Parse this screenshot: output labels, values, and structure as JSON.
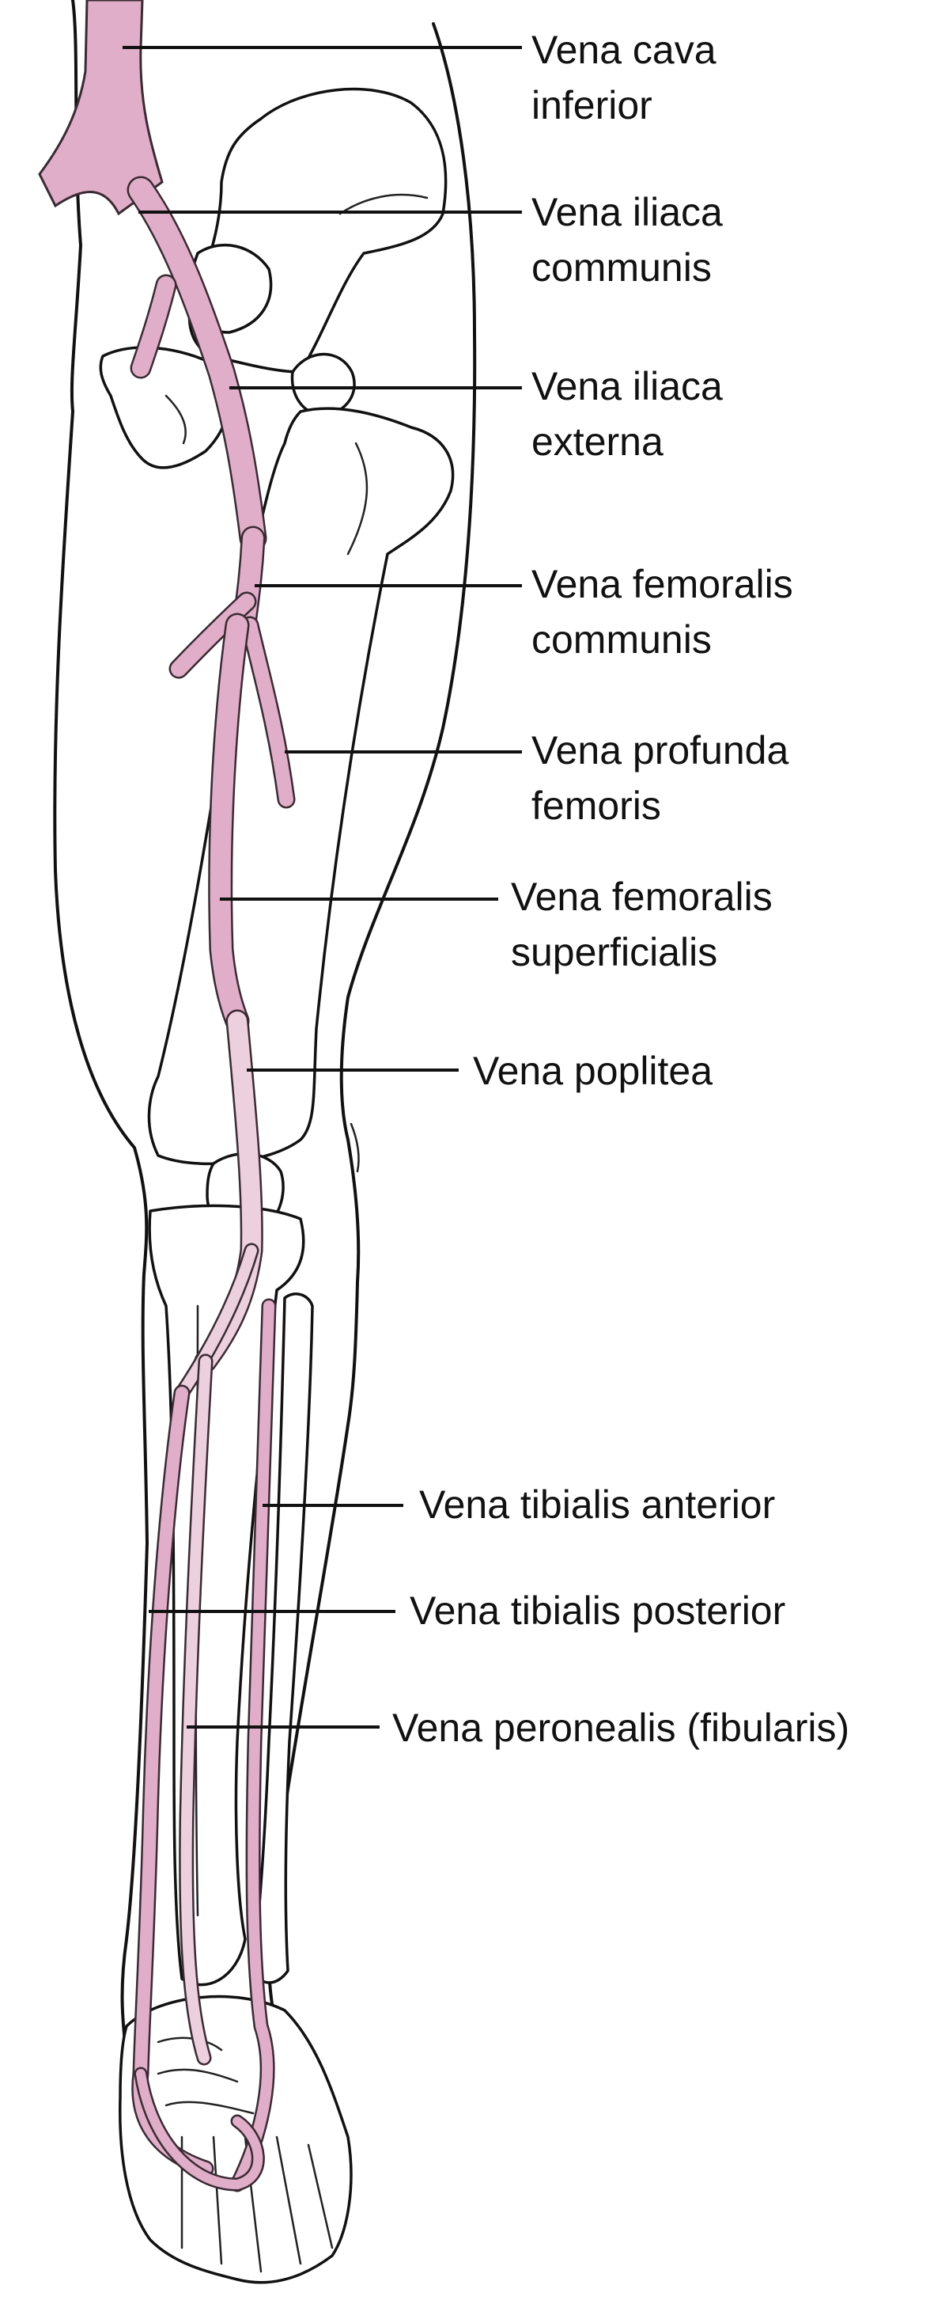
{
  "colors": {
    "vein": "#e0aec8",
    "vein_light": "#edd0de",
    "vein_outline": "#3a2a33",
    "ink": "#111111"
  },
  "labels": [
    {
      "id": "vena-cava-inferior",
      "lines": [
        "Vena cava",
        "inferior"
      ]
    },
    {
      "id": "vena-iliaca-communis",
      "lines": [
        "Vena iliaca",
        "communis"
      ]
    },
    {
      "id": "vena-iliaca-externa",
      "lines": [
        "Vena iliaca",
        "externa"
      ]
    },
    {
      "id": "vena-femoralis-communis",
      "lines": [
        "Vena femoralis",
        "communis"
      ]
    },
    {
      "id": "vena-profunda-femoris",
      "lines": [
        "Vena profunda",
        "femoris"
      ]
    },
    {
      "id": "vena-femoralis-superficialis",
      "lines": [
        "Vena femoralis",
        "superficialis"
      ]
    },
    {
      "id": "vena-poplitea",
      "lines": [
        "Vena poplitea"
      ]
    },
    {
      "id": "vena-tibialis-anterior",
      "lines": [
        "Vena tibialis anterior"
      ]
    },
    {
      "id": "vena-tibialis-posterior",
      "lines": [
        "Vena tibialis posterior"
      ]
    },
    {
      "id": "vena-peronealis",
      "lines": [
        "Vena peronealis (fibularis)"
      ]
    }
  ]
}
